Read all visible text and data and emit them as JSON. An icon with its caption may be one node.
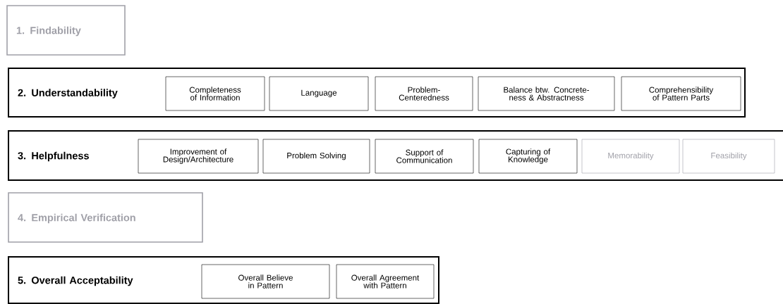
{
  "diagram": {
    "nodes": [
      {
        "text": [
          "1. Findability"
        ]
      },
      {
        "text": [
          "2. Understandability"
        ]
      },
      {
        "text": [
          "Completeness of Information"
        ],
        "in": 1
      },
      {
        "text": [
          "Language"
        ],
        "in": 1
      },
      {
        "text": [
          "Problem-Centeredness"
        ],
        "in": 1
      },
      {
        "text": [
          "Balance btw. Concrete-ness & Abstractness"
        ],
        "in": 1
      },
      {
        "text": [
          "Comprehensibility of Pattern Parts"
        ],
        "in": 1
      },
      {
        "text": [
          "3. Helpfulness"
        ]
      },
      {
        "text": [
          "Improvement of Design/Architecture"
        ],
        "in": 7
      },
      {
        "text": [
          "Problem Solving"
        ],
        "in": 7
      },
      {
        "text": [
          "Support of Communication"
        ],
        "in": 7
      },
      {
        "text": [
          "Capturing of Knowledge"
        ],
        "in": 7
      },
      {
        "text": [
          "Memorability"
        ],
        "in": 7
      },
      {
        "text": [
          "Feasibility"
        ],
        "in": 7
      },
      {
        "text": [
          "4. Empirical Verification"
        ]
      },
      {
        "text": [
          "5. Overall Acceptability"
        ]
      },
      {
        "text": [
          "Overall Believe in Pattern"
        ],
        "in": 15
      },
      {
        "text": [
          "Overall Agreement with Pattern"
        ],
        "in": 15
      }
    ]
  }
}
